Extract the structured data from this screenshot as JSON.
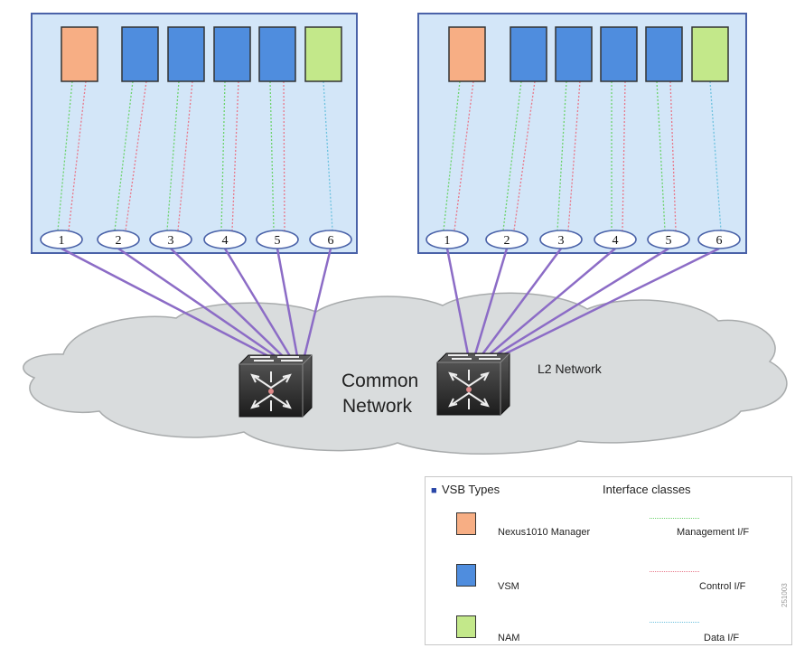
{
  "colors": {
    "box_fill": "#d3e6f8",
    "box_border": "#4a62a8",
    "manager": "#f7ae84",
    "vsm": "#4f8dde",
    "nam": "#c3e88a",
    "management_if": "#6dd36d",
    "control_if": "#e8788a",
    "data_if": "#6ec2df",
    "uplink": "#8c6cc6",
    "cloud": "#d9dcdd"
  },
  "appliances": [
    {
      "vsbs": [
        "manager",
        "vsm",
        "vsm",
        "vsm",
        "vsm",
        "nam"
      ],
      "ports": [
        "1",
        "2",
        "3",
        "4",
        "5",
        "6"
      ]
    },
    {
      "vsbs": [
        "manager",
        "vsm",
        "vsm",
        "vsm",
        "vsm",
        "nam"
      ],
      "ports": [
        "1",
        "2",
        "3",
        "4",
        "5",
        "6"
      ]
    }
  ],
  "cloud": {
    "label_line1": "Common",
    "label_line2": "Network",
    "l2_label": "L2 Network"
  },
  "legend": {
    "vsb_types_title": "VSB  Types",
    "interface_classes_title": "Interface classes",
    "types": [
      {
        "label": "Nexus1010 Manager",
        "color_key": "manager"
      },
      {
        "label": "VSM",
        "color_key": "vsm"
      },
      {
        "label": "NAM",
        "color_key": "nam"
      }
    ],
    "interfaces": [
      {
        "label": "Management I/F",
        "color_key": "management_if"
      },
      {
        "label": "Control I/F",
        "color_key": "control_if"
      },
      {
        "label": "Data I/F",
        "color_key": "data_if"
      }
    ]
  },
  "figure_id": "251003"
}
